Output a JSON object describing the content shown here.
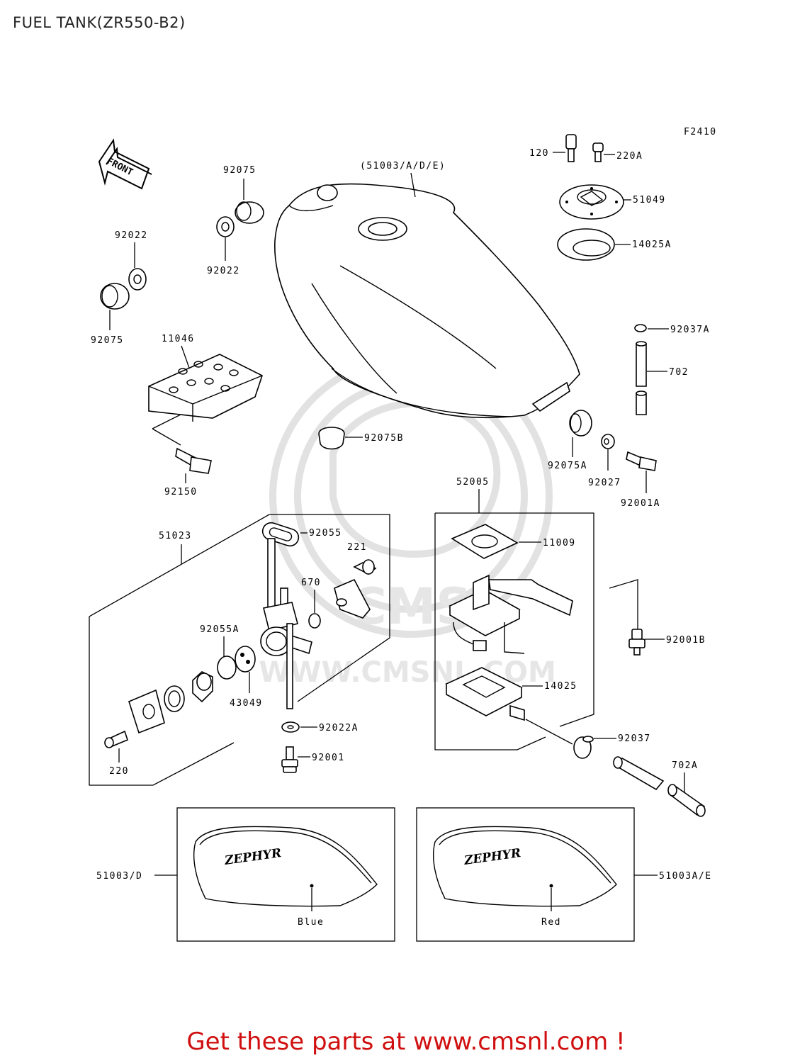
{
  "title": "FUEL TANK(ZR550-B2)",
  "figure_code": "F2410",
  "front_arrow_label": "FRONT",
  "labels": {
    "p51003ade": "(51003/A/D/E)",
    "p120": "120",
    "p220A": "220A",
    "p51049": "51049",
    "p14025A": "14025A",
    "p92037A": "92037A",
    "p702": "702",
    "p92075_top": "92075",
    "p92022_top": "92022",
    "p92022_left": "92022",
    "p92075_left": "92075",
    "p11046": "11046",
    "p92150": "92150",
    "p92075B": "92075B",
    "p92075A": "92075A",
    "p92027": "92027",
    "p92001A": "92001A",
    "p52005": "52005",
    "p11009": "11009",
    "p92001B": "92001B",
    "p14025": "14025",
    "p92037": "92037",
    "p702A": "702A",
    "p51023": "51023",
    "p92055": "92055",
    "p221": "221",
    "p670": "670",
    "p92055A": "92055A",
    "p43049": "43049",
    "p92022A": "92022A",
    "p92001": "92001",
    "p220": "220",
    "p51003D": "51003/D",
    "p51003AE": "51003A/E"
  },
  "color_variants": [
    {
      "code": "51003/D",
      "color": "Blue"
    },
    {
      "code": "51003A/E",
      "color": "Red"
    }
  ],
  "tank_logo": "ZEPHYR",
  "watermark": "WWW.CMSNL.COM",
  "promo_text": "Get these parts at www.cmsnl.com !",
  "colors": {
    "promo": "#d01010",
    "line": "#000000",
    "watermark": "#e2e2e2"
  }
}
